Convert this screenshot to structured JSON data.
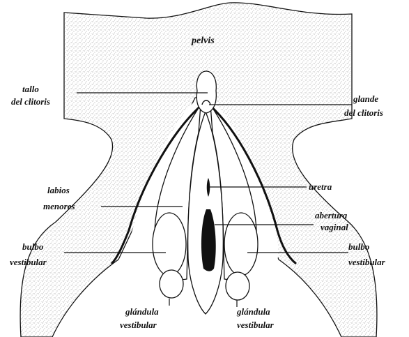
{
  "labels": {
    "pelvis": "pelvis",
    "tallo_line1": "tallo",
    "tallo_line2": "del clitoris",
    "glande_line1": "glande",
    "glande_line2": "del clitoris",
    "labios_line1": "labios",
    "labios_line2": "menores",
    "uretra": "uretra",
    "abertura_line1": "abertura",
    "abertura_line2": "vaginal",
    "bulbo_left_line1": "bulbo",
    "bulbo_left_line2": "vestibular",
    "bulbo_right_line1": "bulbo",
    "bulbo_right_line2": "vestibular",
    "glandula_left_line1": "glándula",
    "glandula_left_line2": "vestibular",
    "glandula_right_line1": "glándula",
    "glandula_right_line2": "vestibular"
  },
  "colors": {
    "ink": "#111111",
    "stipple": "#9a9a9a",
    "background": "#ffffff"
  }
}
